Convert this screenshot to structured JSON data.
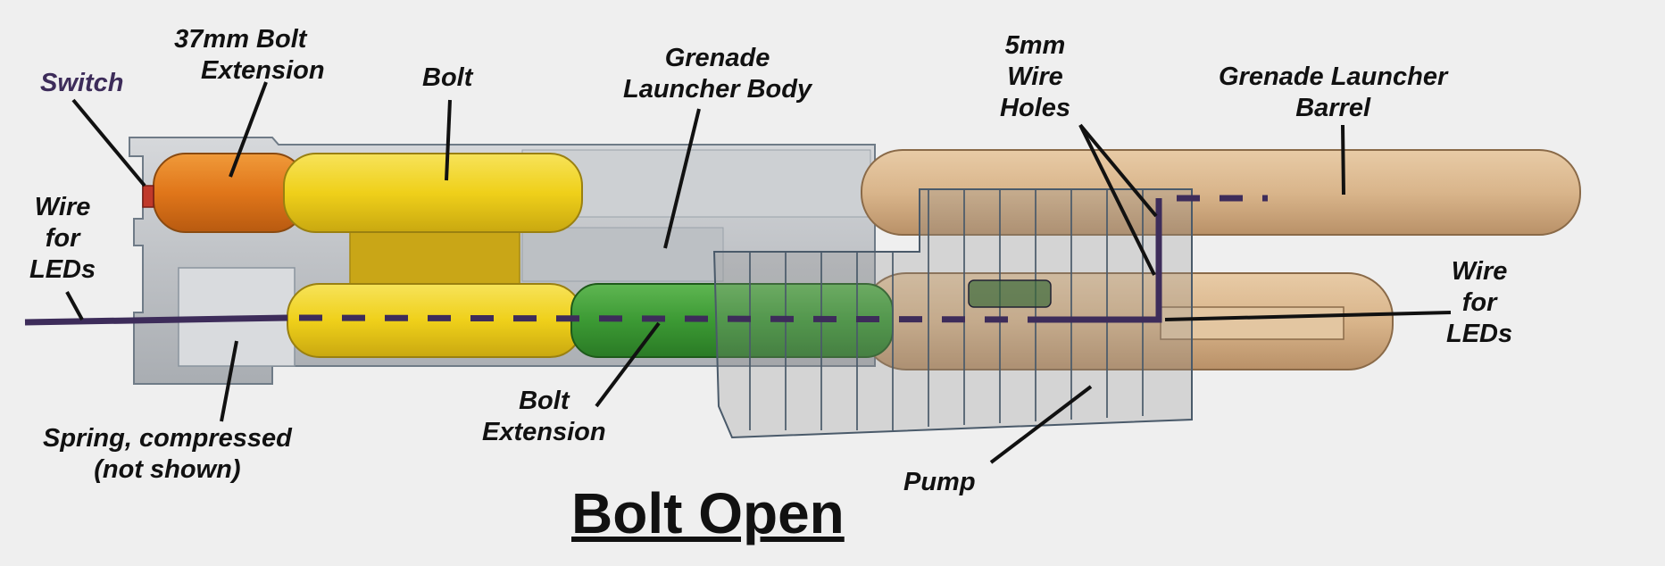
{
  "title": "Bolt Open",
  "labels": {
    "switch": "Switch",
    "bolt_extension_37mm": [
      "37mm Bolt",
      "Extension"
    ],
    "bolt": "Bolt",
    "launcher_body": [
      "Grenade",
      "Launcher Body"
    ],
    "wire_holes": [
      "5mm",
      "Wire",
      "Holes"
    ],
    "barrel": [
      "Grenade Launcher",
      "Barrel"
    ],
    "wire_leds_left": [
      "Wire",
      "for",
      "LEDs"
    ],
    "wire_leds_right": [
      "Wire",
      "for",
      "LEDs"
    ],
    "spring": [
      "Spring, compressed",
      "(not shown)"
    ],
    "bolt_extension": [
      "Bolt",
      "Extension"
    ],
    "pump": "Pump"
  },
  "colors": {
    "background": "#efefef",
    "body_gray": "#c9ccd0",
    "bolt_extension_37mm": "#e07a1e",
    "bolt": "#f0d21c",
    "bolt_extension": "#3f9a3a",
    "barrel": "#d8b58c",
    "wire": "#3d2c5a",
    "switch": "#c0392b"
  }
}
